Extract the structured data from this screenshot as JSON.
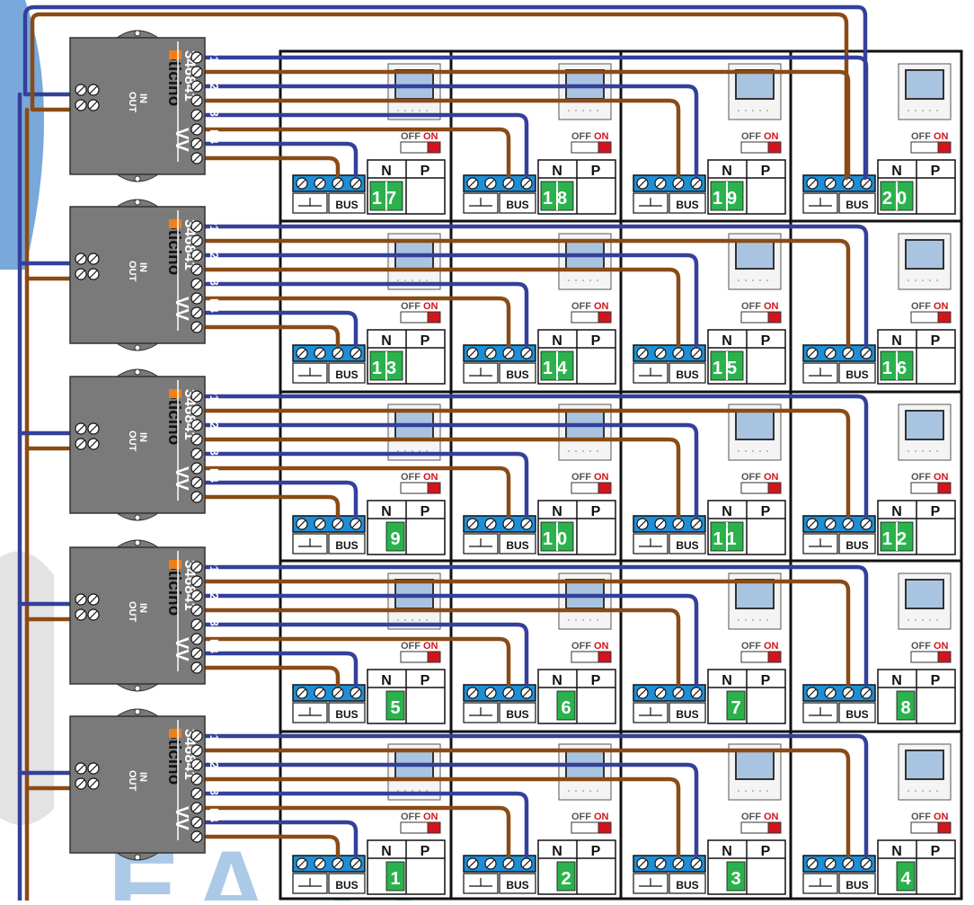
{
  "watermark": "EASY",
  "colors": {
    "blue_wire": "#34409a",
    "brown_wire": "#8a4b16",
    "device_grey": "#7a7a7a",
    "terminal_blue": "#1e8fd6",
    "number_green": "#2bb24c",
    "switch_red": "#d2141c",
    "watermark_blue": "#6a9fd6"
  },
  "interfaces": [
    {
      "code": "346841",
      "brand": "bticino",
      "ports": [
        "P1",
        "P2",
        "P3",
        "P4"
      ],
      "in_label": "IN",
      "out_label": "OUT",
      "supply_label": "VV"
    },
    {
      "code": "346841",
      "brand": "bticino",
      "ports": [
        "P1",
        "P2",
        "P3",
        "P4"
      ],
      "in_label": "IN",
      "out_label": "OUT",
      "supply_label": "VV"
    },
    {
      "code": "346841",
      "brand": "bticino",
      "ports": [
        "P1",
        "P2",
        "P3",
        "P4"
      ],
      "in_label": "IN",
      "out_label": "OUT",
      "supply_label": "VV"
    },
    {
      "code": "346841",
      "brand": "bticino",
      "ports": [
        "P1",
        "P2",
        "P3",
        "P4"
      ],
      "in_label": "IN",
      "out_label": "OUT",
      "supply_label": "VV"
    },
    {
      "code": "346841",
      "brand": "bticino",
      "ports": [
        "P1",
        "P2",
        "P3",
        "P4"
      ],
      "in_label": "IN",
      "out_label": "OUT",
      "supply_label": "VV"
    }
  ],
  "monitor_labels": {
    "off": "OFF",
    "on": "ON",
    "bus": "BUS",
    "n": "N",
    "p": "P"
  },
  "monitor_rows": [
    [
      "17",
      "18",
      "19",
      "20"
    ],
    [
      "13",
      "14",
      "15",
      "16"
    ],
    [
      "9",
      "10",
      "11",
      "12"
    ],
    [
      "5",
      "6",
      "7",
      "8"
    ],
    [
      "1",
      "2",
      "3",
      "4"
    ]
  ]
}
